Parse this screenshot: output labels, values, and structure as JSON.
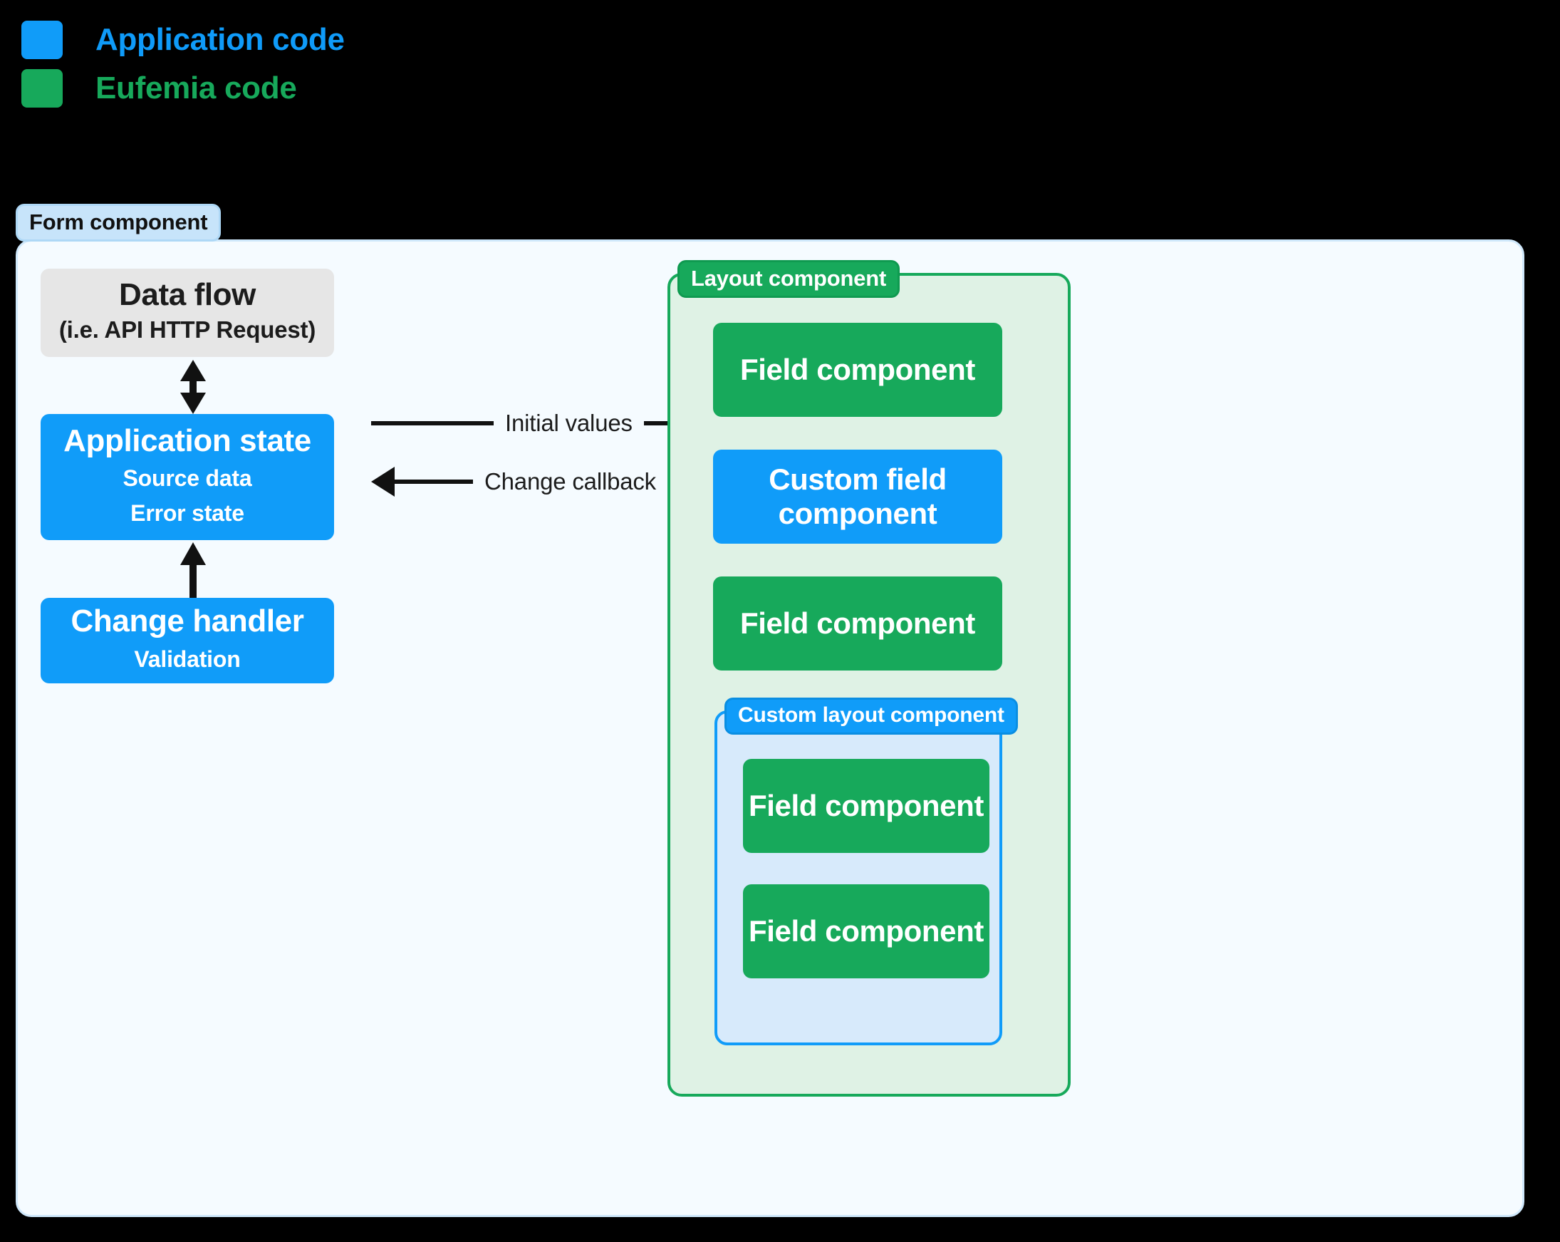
{
  "legend": {
    "items": [
      {
        "label": "Application code",
        "color": "#109cf9",
        "icon": "blue-square-swatch-icon"
      },
      {
        "label": "Eufemia code",
        "color": "#17a95b",
        "icon": "green-square-swatch-icon"
      }
    ]
  },
  "form": {
    "badge": "Form component",
    "left_column": {
      "data_flow": {
        "title": "Data flow",
        "subtitle": "(i.e. API HTTP Request)",
        "color": "#e6e6e6"
      },
      "application_state": {
        "title": "Application state",
        "lines": [
          "Source data",
          "Error state"
        ],
        "color": "#109cf9"
      },
      "change_handler": {
        "title": "Change handler",
        "lines": [
          "Validation"
        ],
        "color": "#109cf9"
      }
    },
    "connectors": {
      "data_flow_to_state": "double-headed-vertical-arrow",
      "handler_to_state": "up-arrow",
      "initial_values": "Initial values",
      "change_callback": "Change callback"
    },
    "layout_component": {
      "badge": "Layout component",
      "color": "#17a95b",
      "fill": "#dff2e5",
      "children": [
        {
          "label": "Field component",
          "kind": "green"
        },
        {
          "label": "Custom field component",
          "kind": "blue"
        },
        {
          "label": "Field component",
          "kind": "green"
        }
      ],
      "custom_layout_component": {
        "badge": "Custom layout component",
        "color": "#109cf9",
        "fill": "#d7eafb",
        "children": [
          {
            "label": "Field component",
            "kind": "green"
          },
          {
            "label": "Field component",
            "kind": "green"
          }
        ]
      }
    }
  }
}
